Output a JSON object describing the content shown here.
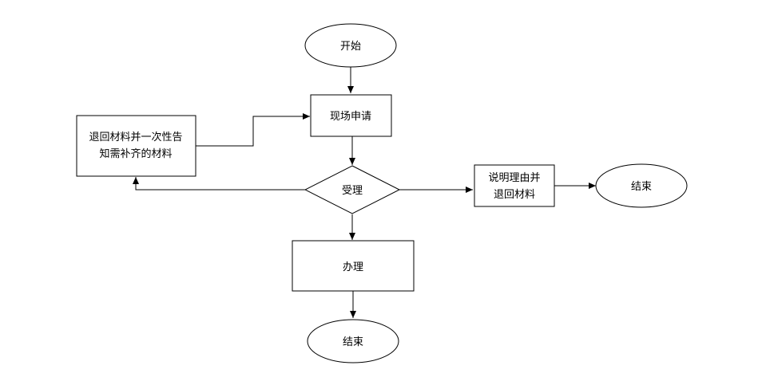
{
  "diagram": {
    "nodes": {
      "start": {
        "label": "开始"
      },
      "apply": {
        "label": "现场申请"
      },
      "return_notice": {
        "lines": [
          "退回材料并一次性告",
          "知需补齐的材料"
        ]
      },
      "accept": {
        "label": "受理"
      },
      "explain": {
        "lines": [
          "说明理由并",
          "退回材料"
        ]
      },
      "end_right": {
        "label": "结束"
      },
      "process": {
        "label": "办理"
      },
      "end_bottom": {
        "label": "结束"
      }
    }
  }
}
